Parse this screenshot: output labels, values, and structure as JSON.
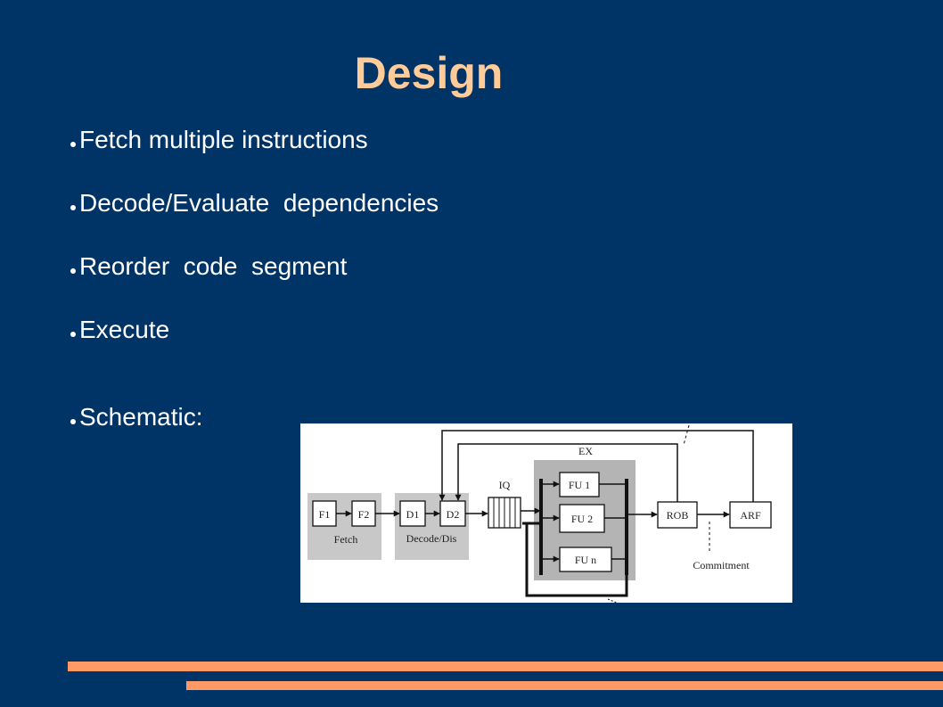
{
  "slide": {
    "title": "Design",
    "bullets": [
      "Fetch multiple instructions",
      "Decode/Evaluate  dependencies",
      "Reorder  code  segment",
      "Execute",
      "Schematic:"
    ]
  },
  "diagram": {
    "stages": {
      "fetch": "Fetch",
      "decode": "Decode/Dis",
      "ex": "EX",
      "commitment": "Commitment"
    },
    "blocks": {
      "f1": "F1",
      "f2": "F2",
      "d1": "D1",
      "d2": "D2",
      "iq": "IQ",
      "fu1": "FU 1",
      "fu2": "FU 2",
      "fun": "FU n",
      "rob": "ROB",
      "arf": "ARF"
    }
  },
  "colors": {
    "background": "#003366",
    "title": "#ffcc99",
    "accent_bars": "#ff9966",
    "stage_shading": "#c8c8c8",
    "ex_shading": "#b4b4b4"
  }
}
